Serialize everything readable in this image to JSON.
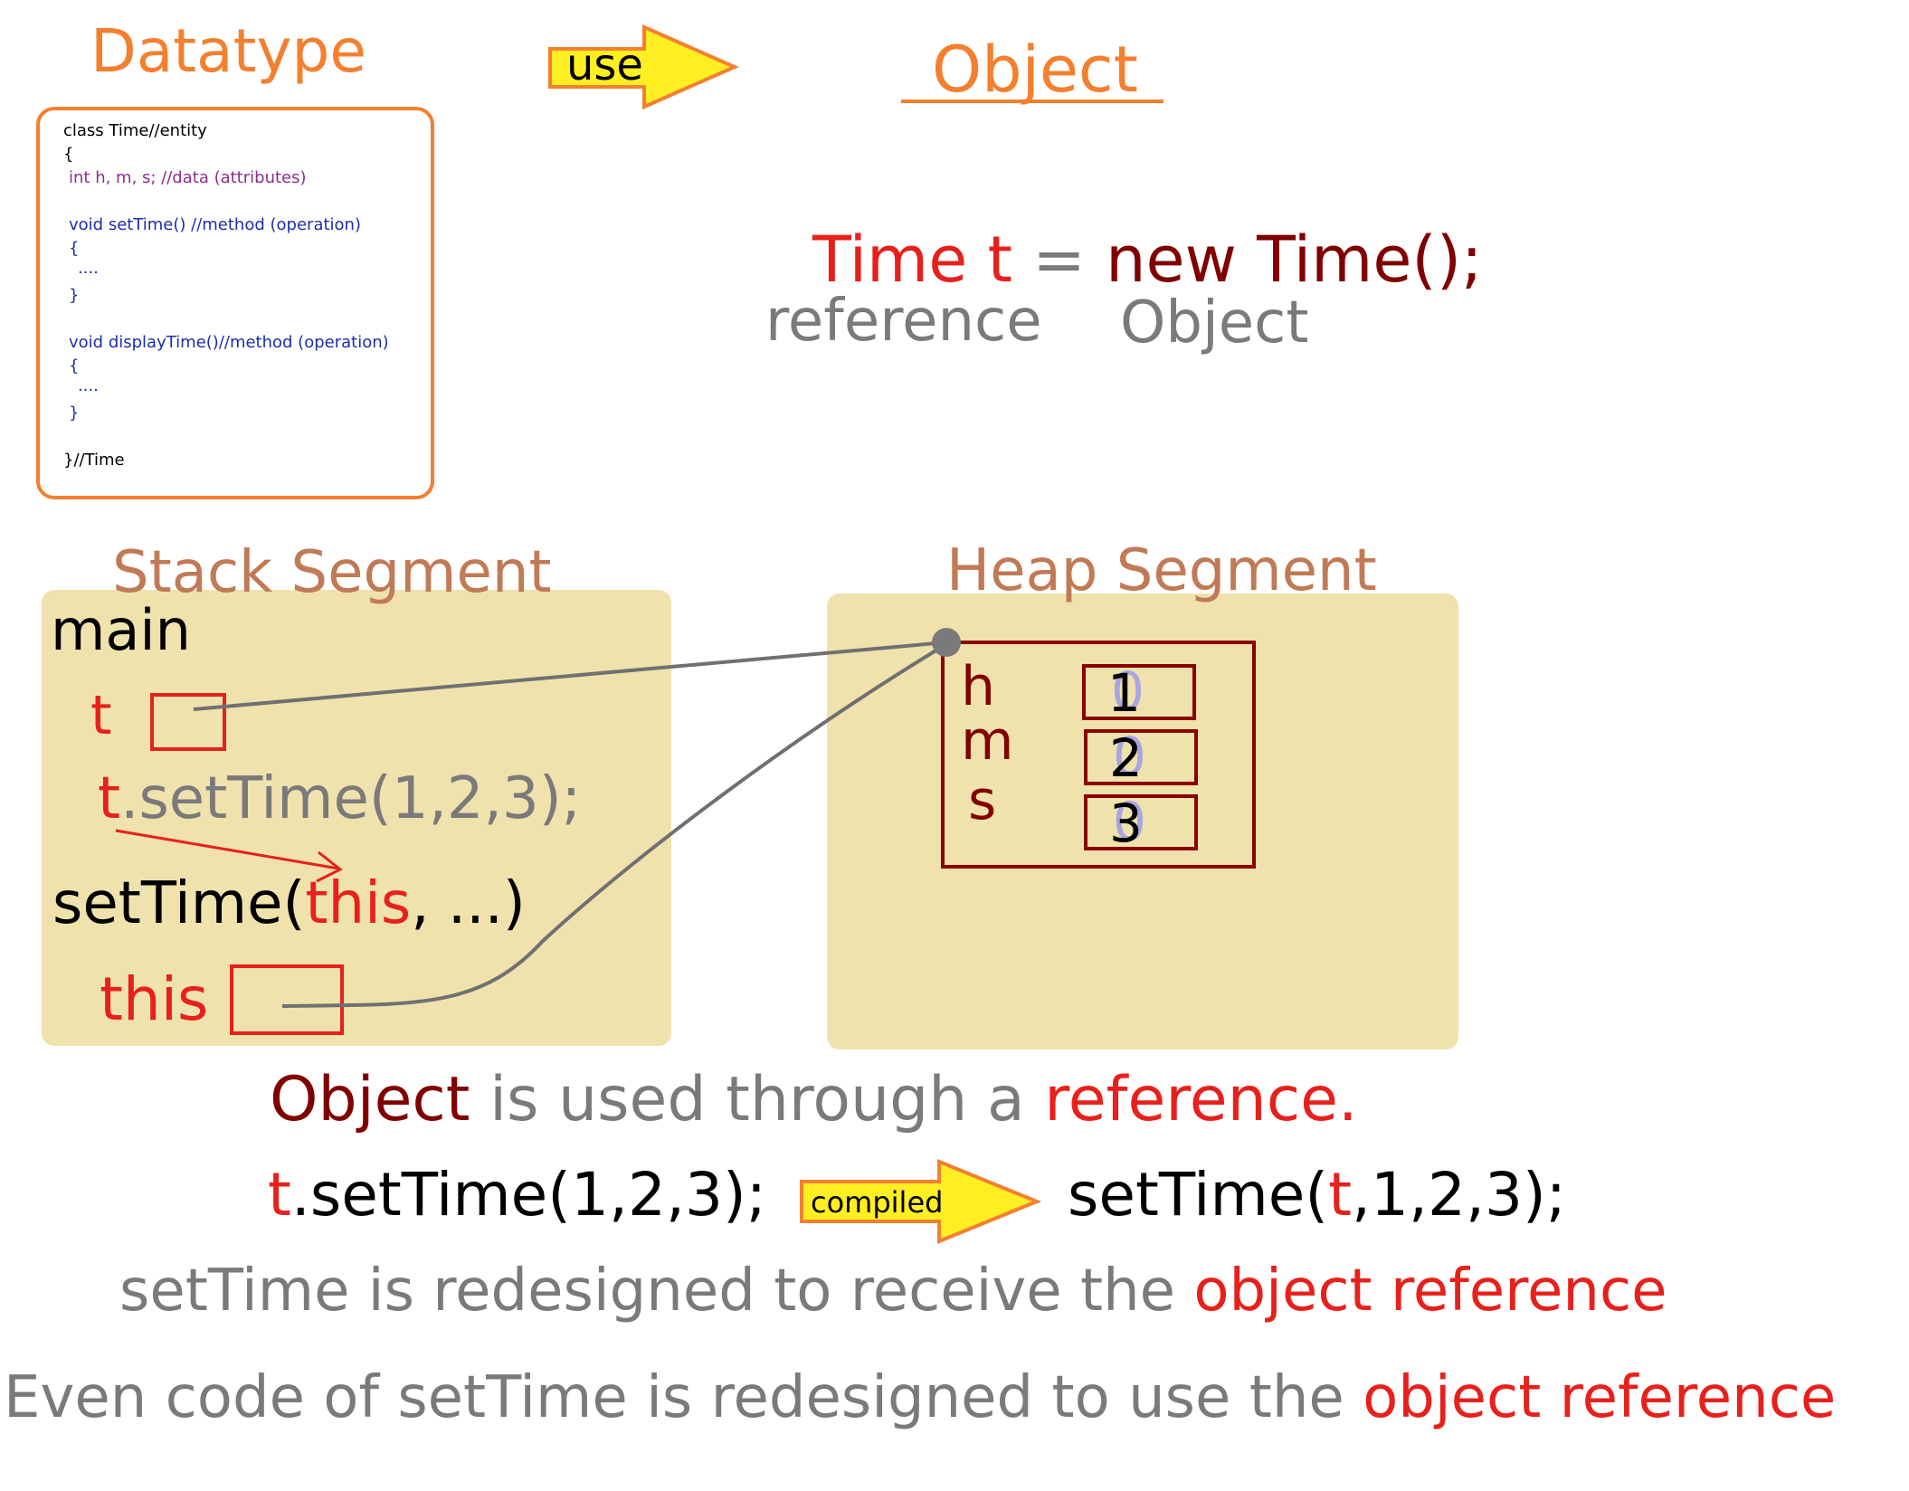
{
  "header": {
    "datatype_title": "Datatype",
    "use_arrow_label": "use",
    "object_title": "Object"
  },
  "class_code": {
    "lines": [
      "class Time//entity",
      "{",
      "int h, m, s; //data (attributes)",
      "void setTime() //method (operation)",
      "{",
      "....",
      "}",
      "void displayTime()//method (operation)",
      "{",
      "....",
      "}",
      "}//Time"
    ]
  },
  "declaration": {
    "type_var": "Time t",
    "equals": " = ",
    "new_expr": "new Time();",
    "reference_label": "reference",
    "object_label": "Object"
  },
  "segments": {
    "stack_title": "Stack Segment",
    "heap_title": "Heap Segment"
  },
  "stack": {
    "main": "main",
    "t": "t",
    "call_prefix": "t",
    "call_rest": ".setTime(1,2,3);",
    "sig_start": "setTime(",
    "sig_this": "this",
    "sig_end": ", ...)",
    "this_label": "this"
  },
  "heap": {
    "fields": [
      {
        "name": "h",
        "old": "0",
        "new": "1"
      },
      {
        "name": "m",
        "old": "0",
        "new": "2"
      },
      {
        "name": "s",
        "old": "0",
        "new": "3"
      }
    ]
  },
  "notes": {
    "summary_object": "Object",
    "summary_mid": " is used through a ",
    "summary_reference": "reference.",
    "compile_prefix": "t",
    "compile_rest": ".setTime(1,2,3);",
    "compiled_label": "compiled",
    "compiled_sig_start": "setTime(",
    "compiled_sig_t": "t",
    "compiled_sig_end": ",1,2,3);",
    "redesign1_gray": "setTime is redesigned to receive the ",
    "redesign1_red": "object reference",
    "redesign2_gray": "Even code of setTime is redesigned to use the ",
    "redesign2_red": "object reference"
  },
  "colors": {
    "orange": "#f47f2e",
    "dark_red": "#800000",
    "red": "#e8201c",
    "gray": "#7a7a7a",
    "panel": "#efe2ad",
    "arrow_fill": "#ffee22"
  }
}
